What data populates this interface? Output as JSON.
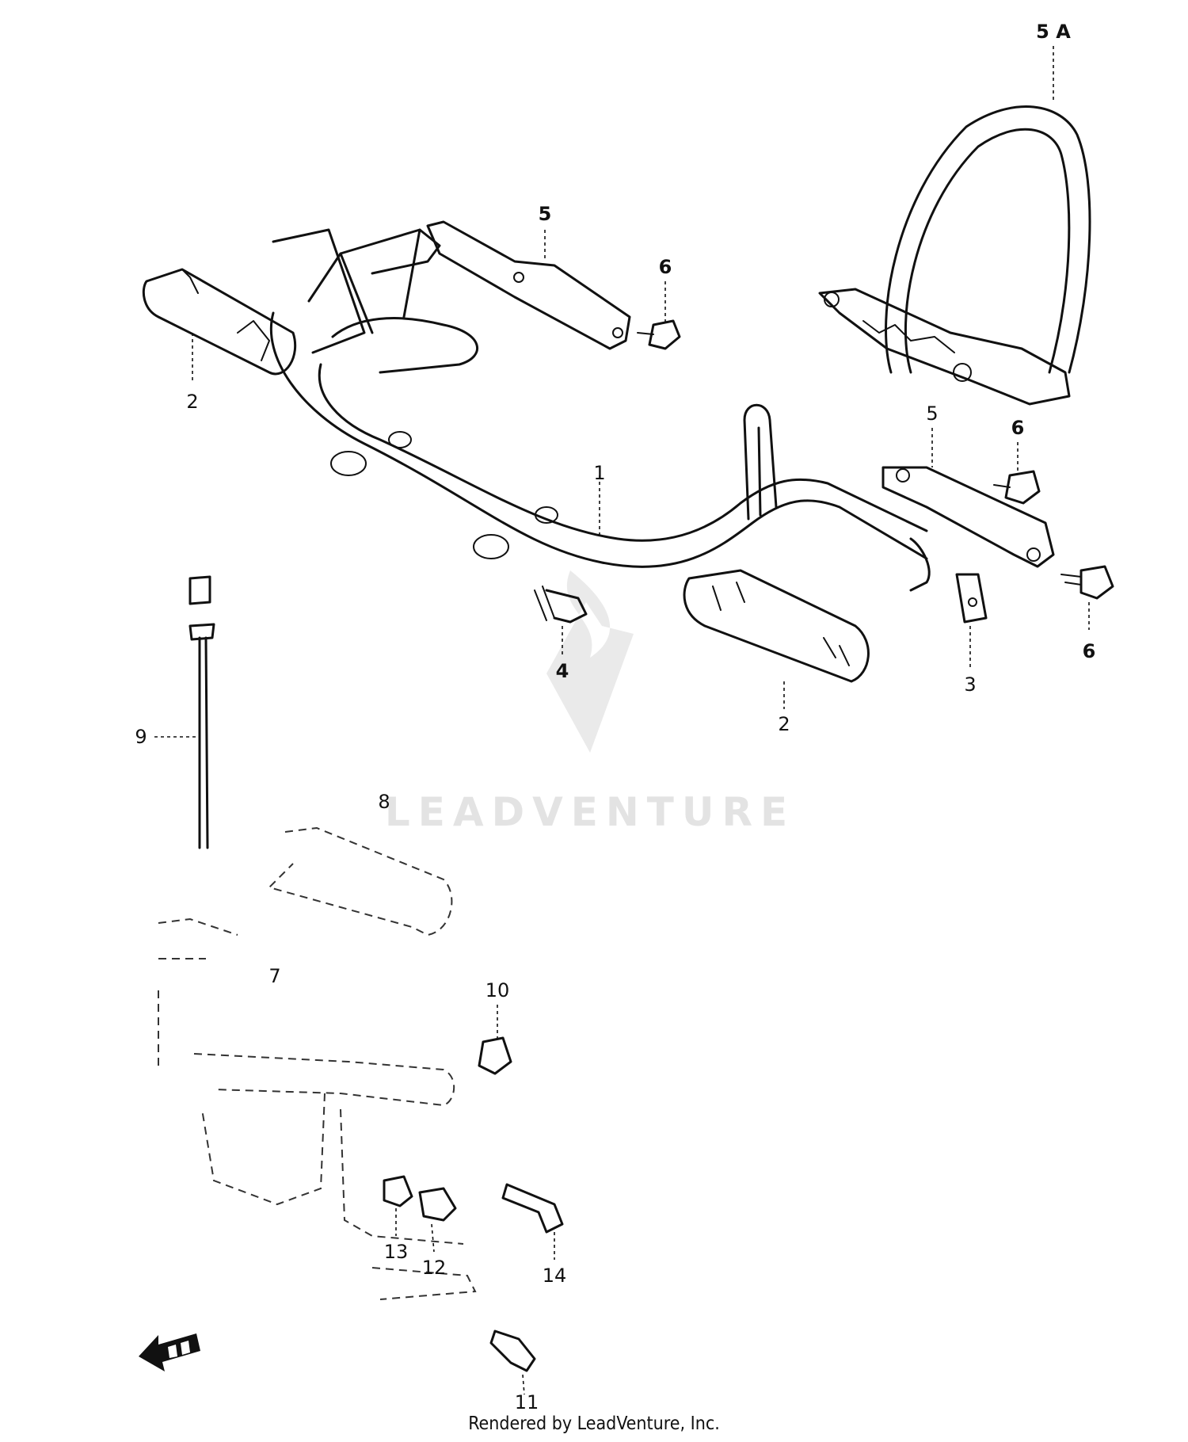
{
  "watermark": {
    "text": "LEADVENTURE"
  },
  "footer": {
    "credit": "Rendered by LeadVenture, Inc."
  },
  "callouts": {
    "c1": "1",
    "c2a": "2",
    "c2b": "2",
    "c3": "3",
    "c4": "4",
    "c5a": "5",
    "c5b": "5",
    "c5A": "5 A",
    "c6a": "6",
    "c6b": "6",
    "c6c": "6",
    "c7": "7",
    "c8": "8",
    "c9": "9",
    "c10": "10",
    "c11": "11",
    "c12": "12",
    "c13": "13",
    "c14": "14"
  },
  "icons": {
    "front_arrow": "front-direction-arrow-icon"
  },
  "colors": {
    "ink": "#111111",
    "watermark": "#e3e3e3",
    "background": "#ffffff"
  }
}
